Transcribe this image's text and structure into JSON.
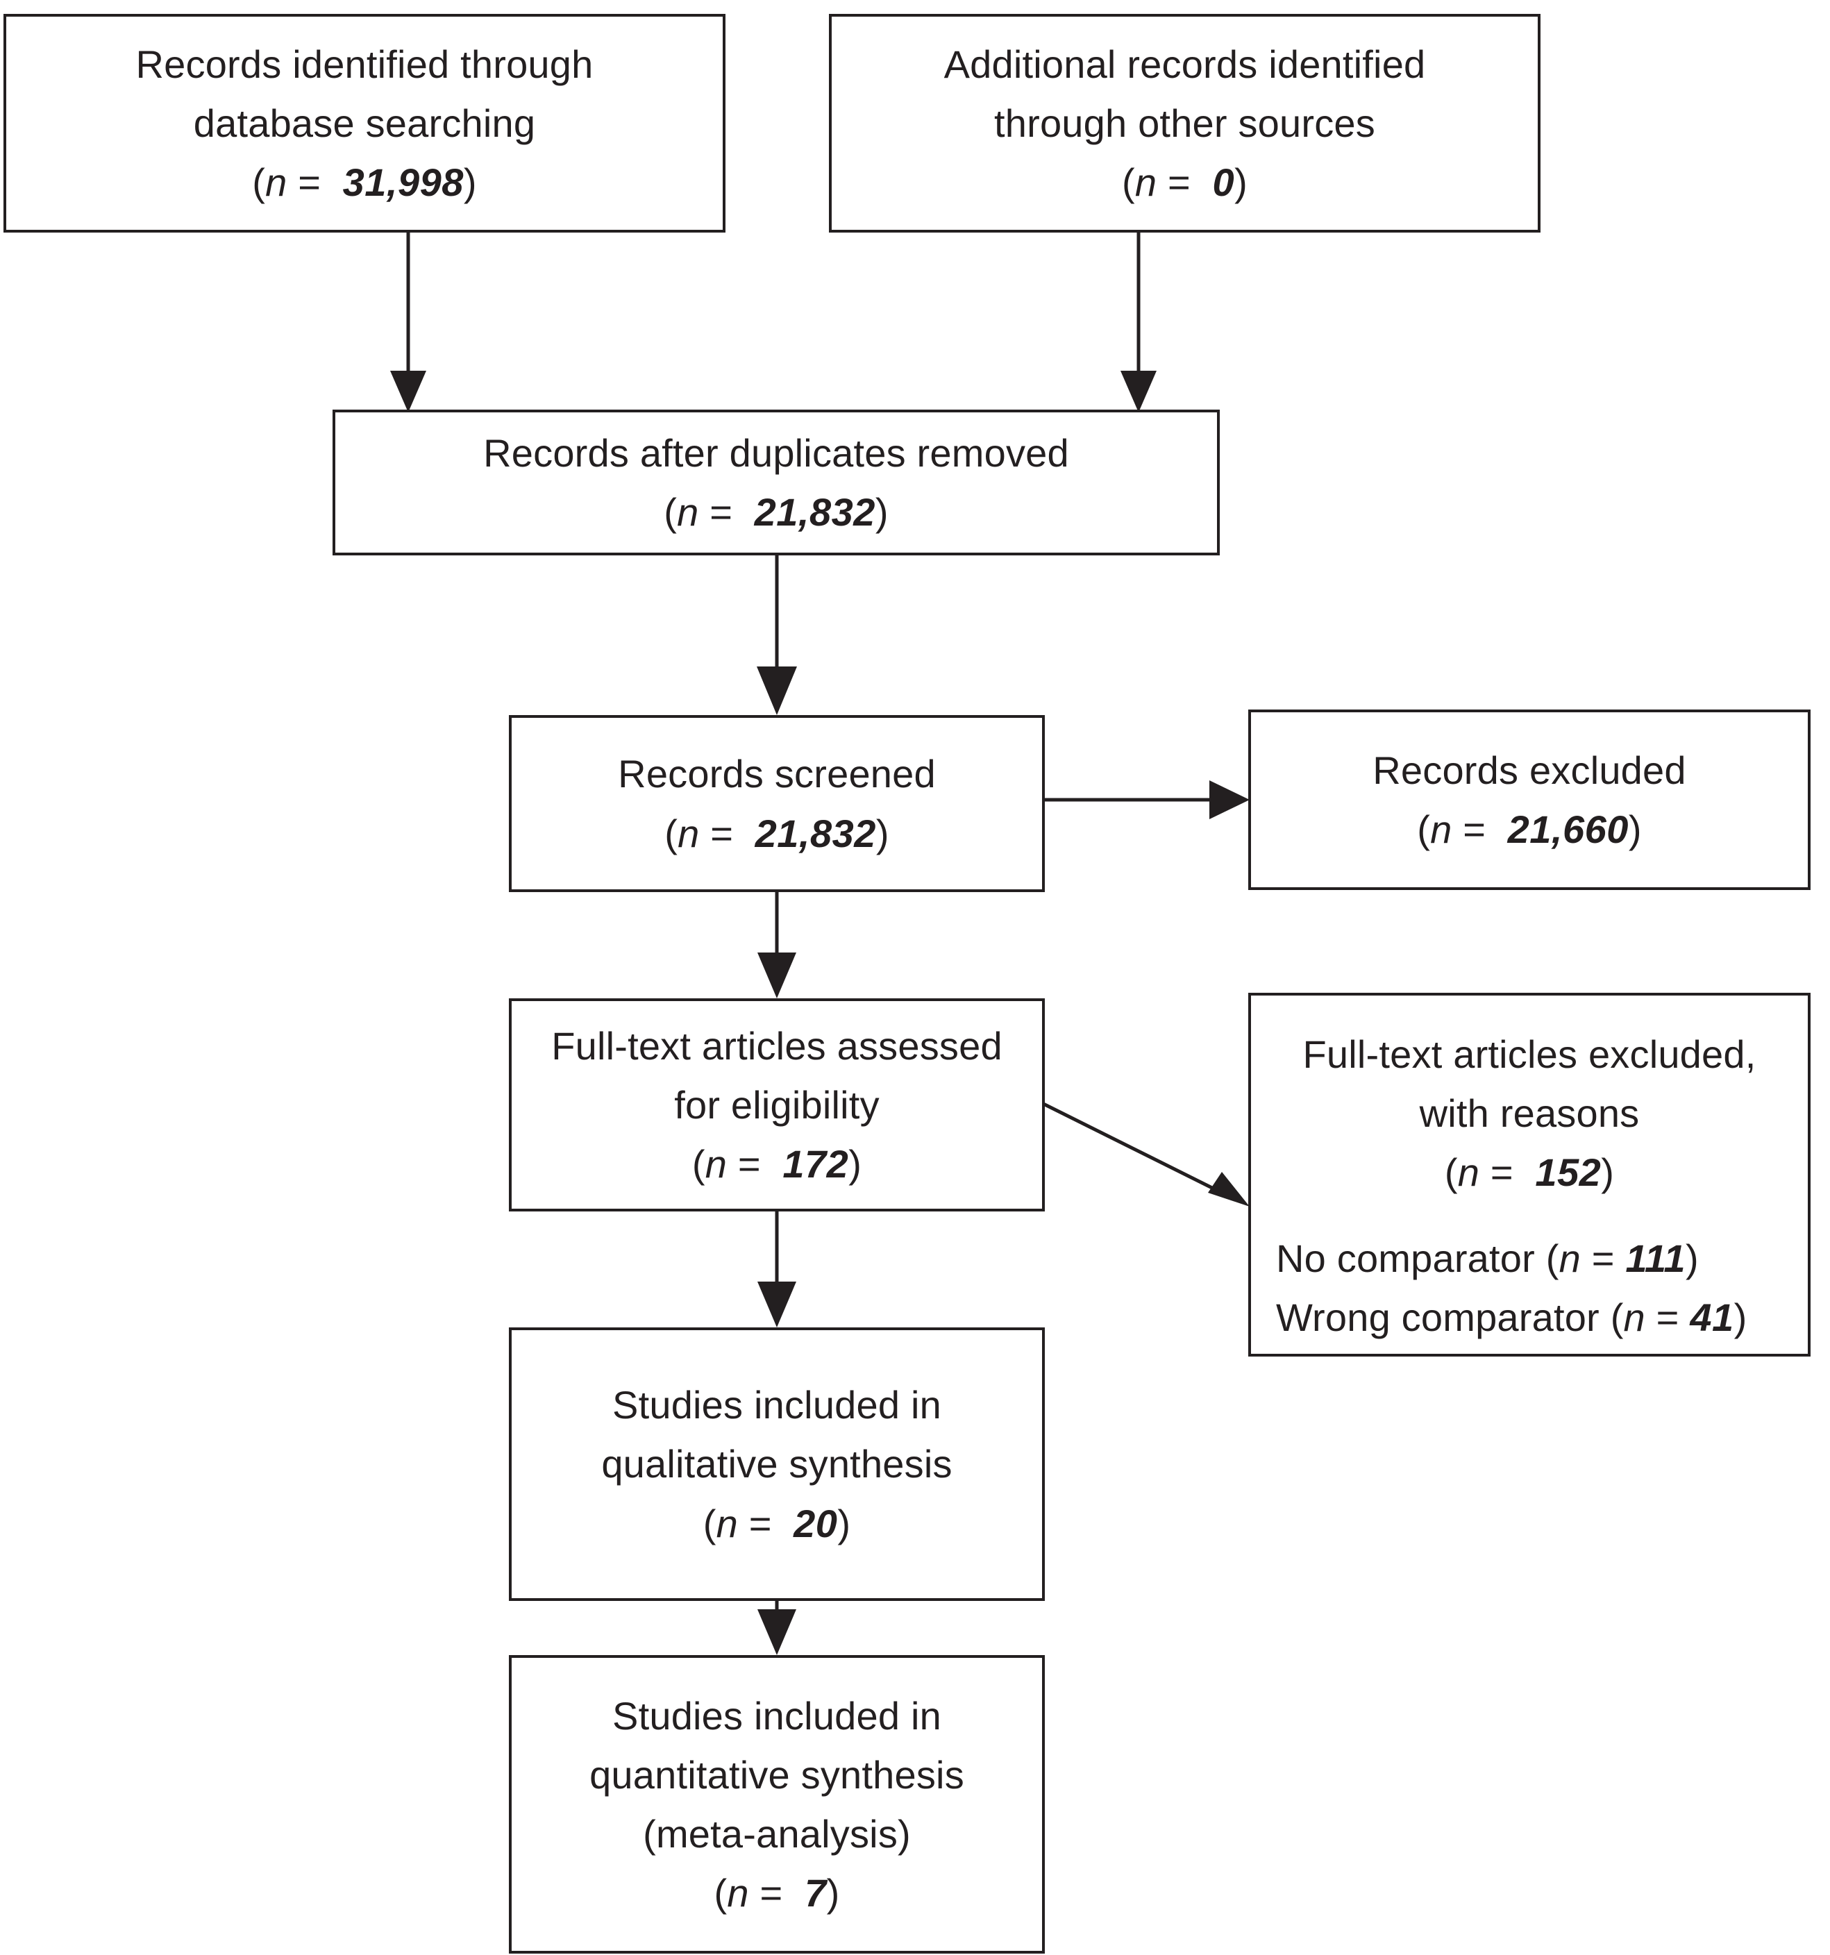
{
  "diagram": {
    "type": "prisma-flow-diagram",
    "title": "PRISMA study selection flow diagram",
    "n_label": "n",
    "equals": "=",
    "paren_open": "(",
    "paren_close": ")",
    "nodes": [
      {
        "id": "records-identified-database",
        "lines": [
          "Records identified through",
          "database searching"
        ],
        "count": "31,998"
      },
      {
        "id": "additional-records-other-sources",
        "lines": [
          "Additional records identified",
          "through other sources"
        ],
        "count": "0"
      },
      {
        "id": "records-after-duplicates-removed",
        "lines": [
          "Records after duplicates removed"
        ],
        "count": "21,832"
      },
      {
        "id": "records-screened",
        "lines": [
          "Records screened"
        ],
        "count": "21,832"
      },
      {
        "id": "records-excluded",
        "lines": [
          "Records excluded"
        ],
        "count": "21,660"
      },
      {
        "id": "full-text-assessed",
        "lines": [
          "Full-text articles assessed",
          "for eligibility"
        ],
        "count": "172"
      },
      {
        "id": "full-text-excluded",
        "lines": [
          "Full-text articles excluded,",
          "with reasons"
        ],
        "count": "152",
        "reasons": [
          {
            "label": "No comparator",
            "count": "111"
          },
          {
            "label": "Wrong comparator",
            "count": "41"
          }
        ]
      },
      {
        "id": "studies-qualitative",
        "lines": [
          "Studies included in",
          "qualitative synthesis"
        ],
        "count": "20"
      },
      {
        "id": "studies-quantitative",
        "lines": [
          "Studies included in",
          "quantitative synthesis",
          "(meta-analysis)"
        ],
        "count": "7"
      }
    ]
  },
  "chart_data": {
    "type": "diagram",
    "title": "PRISMA flow diagram",
    "stages": [
      {
        "stage": "Records identified through database searching",
        "n": 31998
      },
      {
        "stage": "Additional records identified through other sources",
        "n": 0
      },
      {
        "stage": "Records after duplicates removed",
        "n": 21832
      },
      {
        "stage": "Records screened",
        "n": 21832
      },
      {
        "stage": "Records excluded",
        "n": 21660
      },
      {
        "stage": "Full-text articles assessed for eligibility",
        "n": 172
      },
      {
        "stage": "Full-text articles excluded, with reasons",
        "n": 152
      },
      {
        "stage": "No comparator",
        "n": 111
      },
      {
        "stage": "Wrong comparator",
        "n": 41
      },
      {
        "stage": "Studies included in qualitative synthesis",
        "n": 20
      },
      {
        "stage": "Studies included in quantitative synthesis (meta-analysis)",
        "n": 7
      }
    ]
  }
}
